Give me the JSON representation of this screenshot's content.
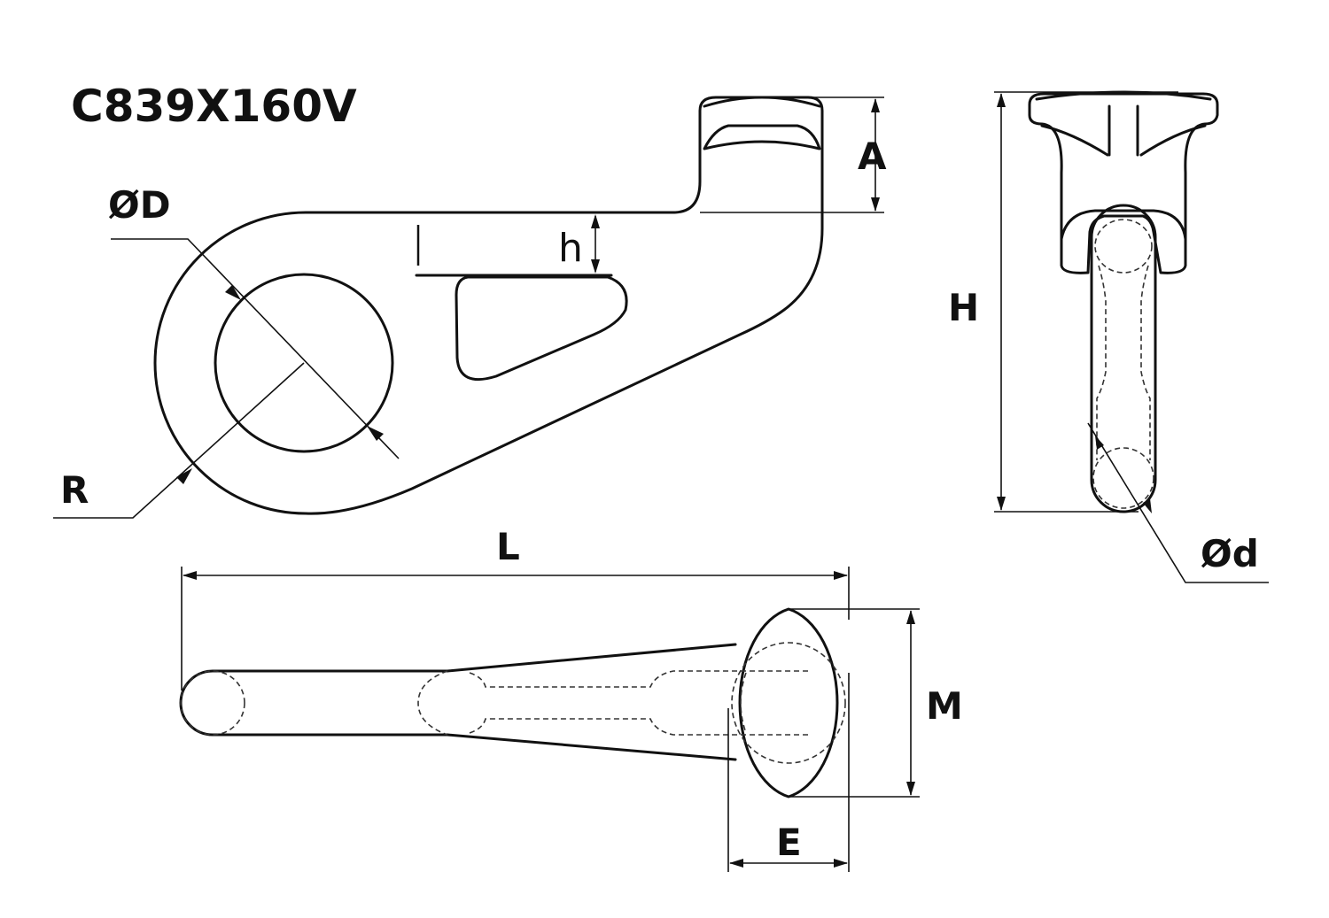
{
  "title": "C839X160V",
  "labels": {
    "D": "ØD",
    "R": "R",
    "A": "A",
    "h": "h",
    "H": "H",
    "d": "Ød",
    "L": "L",
    "M": "M",
    "E": "E"
  },
  "colors": {
    "line": "#111111",
    "background": "#ffffff"
  }
}
